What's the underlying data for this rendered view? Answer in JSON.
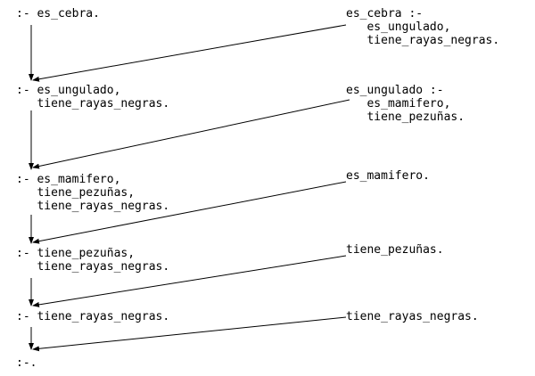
{
  "goals": [
    {
      "id": "goal-1",
      "lines": [
        ":- es_cebra."
      ]
    },
    {
      "id": "goal-2",
      "lines": [
        ":- es_ungulado,",
        "   tiene_rayas_negras."
      ]
    },
    {
      "id": "goal-3",
      "lines": [
        ":- es_mamifero,",
        "   tiene_pezuñas,",
        "   tiene_rayas_negras."
      ]
    },
    {
      "id": "goal-4",
      "lines": [
        ":- tiene_pezuñas,",
        "   tiene_rayas_negras."
      ]
    },
    {
      "id": "goal-5",
      "lines": [
        ":- tiene_rayas_negras."
      ]
    },
    {
      "id": "goal-6",
      "lines": [
        ":-."
      ]
    }
  ],
  "clauses": [
    {
      "id": "clause-1",
      "lines": [
        "es_cebra :-",
        "   es_ungulado,",
        "   tiene_rayas_negras."
      ]
    },
    {
      "id": "clause-2",
      "lines": [
        "es_ungulado :-",
        "   es_mamifero,",
        "   tiene_pezuñas."
      ]
    },
    {
      "id": "clause-3",
      "lines": [
        "es_mamifero."
      ]
    },
    {
      "id": "clause-4",
      "lines": [
        "tiene_pezuñas."
      ]
    },
    {
      "id": "clause-5",
      "lines": [
        "tiene_rayas_negras."
      ]
    }
  ],
  "colors": {
    "text": "#000000",
    "line": "#000000",
    "background": "#ffffff"
  }
}
